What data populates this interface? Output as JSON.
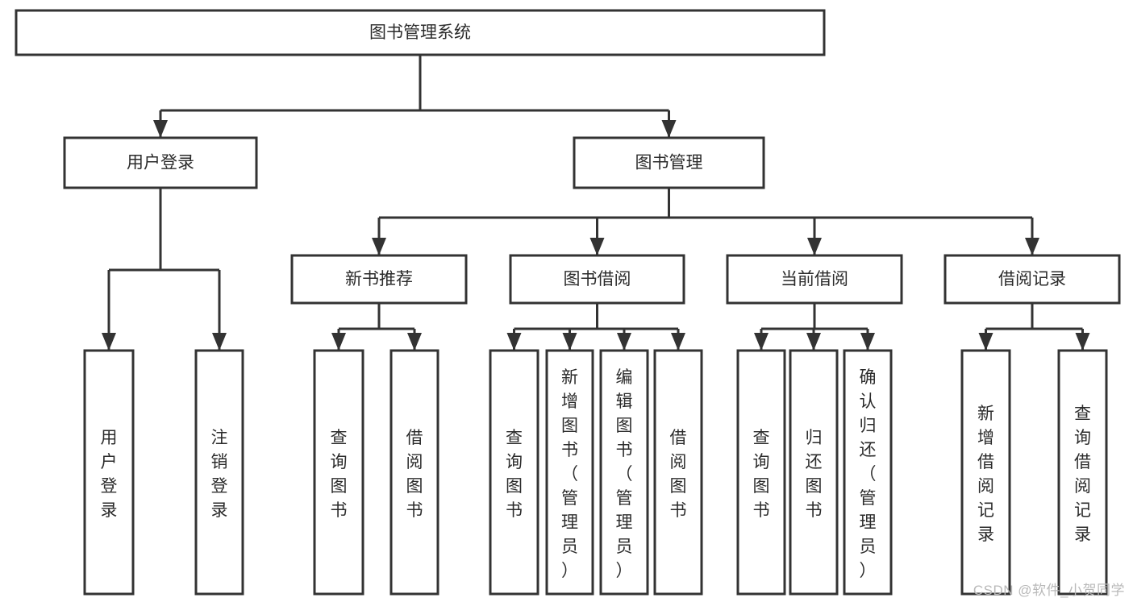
{
  "diagram": {
    "type": "hierarchy-tree",
    "title": "图书管理系统",
    "watermark": "CSDN @软件_小贺同学",
    "colors": {
      "stroke": "#333333",
      "box_fill": "#ffffff",
      "text": "#2b2b2b",
      "watermark": "#b9b9b9",
      "background": "#ffffff"
    },
    "root": {
      "label": "图书管理系统",
      "orientation": "horizontal"
    },
    "level1": [
      {
        "label": "用户登录",
        "orientation": "horizontal"
      },
      {
        "label": "图书管理",
        "orientation": "horizontal"
      }
    ],
    "level2": [
      {
        "label": "新书推荐",
        "orientation": "horizontal",
        "parent": "图书管理"
      },
      {
        "label": "图书借阅",
        "orientation": "horizontal",
        "parent": "图书管理"
      },
      {
        "label": "当前借阅",
        "orientation": "horizontal",
        "parent": "图书管理"
      },
      {
        "label": "借阅记录",
        "orientation": "horizontal",
        "parent": "图书管理"
      }
    ],
    "leaves": {
      "user_login": [
        {
          "label": "用户登录",
          "orientation": "vertical"
        },
        {
          "label": "注销登录",
          "orientation": "vertical"
        }
      ],
      "new_book_recommend": [
        {
          "label": "查询图书",
          "orientation": "vertical"
        },
        {
          "label": "借阅图书",
          "orientation": "vertical"
        }
      ],
      "book_borrow": [
        {
          "label": "查询图书",
          "orientation": "vertical"
        },
        {
          "label": "新增图书（管理员）",
          "orientation": "vertical"
        },
        {
          "label": "编辑图书（管理员）",
          "orientation": "vertical"
        },
        {
          "label": "借阅图书",
          "orientation": "vertical"
        }
      ],
      "current_borrow": [
        {
          "label": "查询图书",
          "orientation": "vertical"
        },
        {
          "label": "归还图书",
          "orientation": "vertical"
        },
        {
          "label": "确认归还（管理员）",
          "orientation": "vertical"
        }
      ],
      "borrow_record": [
        {
          "label": "新增借阅记录",
          "orientation": "vertical"
        },
        {
          "label": "查询借阅记录",
          "orientation": "vertical"
        }
      ]
    }
  }
}
